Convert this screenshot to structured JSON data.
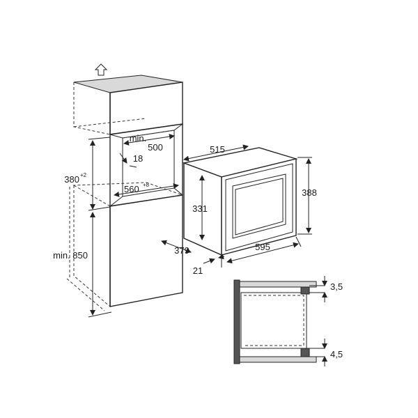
{
  "dimensions": {
    "min_500_line1": "min.",
    "min_500_line2": "500",
    "d18": "18",
    "d380": "380",
    "d380_tol": "+2",
    "d560": "560",
    "d560_tol": "+8",
    "min_850": "min. 850",
    "d515": "515",
    "d388": "388",
    "d331": "331",
    "d379": "379",
    "d595": "595",
    "d21": "21",
    "d3_5": "3,5",
    "d4_5": "4,5"
  },
  "icons": {
    "ventilation_arrow": "up-arrow-outline-icon"
  }
}
